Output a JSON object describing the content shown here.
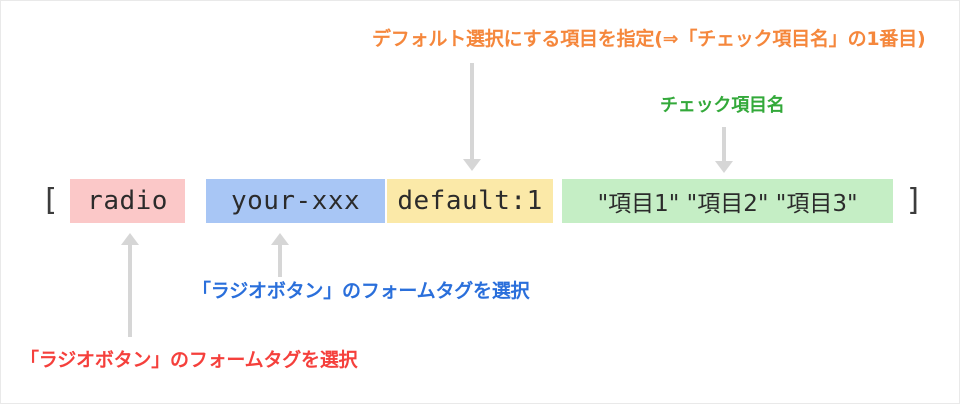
{
  "figure": {
    "title": "WordPress Contact Form 7 radio tag syntax annotation"
  },
  "annotations": [
    {
      "id": "default-note",
      "text": "デフォルト選択にする項目を指定(⇒「チェック項目名」の1番目)",
      "color": "#f5873c",
      "points_to": "default:1",
      "arrow": "down"
    },
    {
      "id": "items-note",
      "text": "チェック項目名",
      "color": "#33a93a",
      "points_to": "\"項目1\" \"項目2\" \"項目3\"",
      "arrow": "down"
    },
    {
      "id": "tag-note-blue",
      "text": "「ラジオボタン」のフォームタグを選択",
      "color": "#2a6fdb",
      "points_to": "your-xxx",
      "arrow": "up"
    },
    {
      "id": "tag-note-red",
      "text": "「ラジオボタン」のフォームタグを選択",
      "color": "#f5403c",
      "points_to": "radio",
      "arrow": "up"
    }
  ],
  "code_line": {
    "bracket_open": "[",
    "bracket_close": "]",
    "tokens": [
      {
        "name": "type",
        "value": "radio",
        "bg": "#fbc8c8"
      },
      {
        "name": "field-name",
        "value": "your-xxx",
        "bg": "#a8c6f5"
      },
      {
        "name": "default",
        "value": "default:1",
        "bg": "#fbe9a8"
      },
      {
        "name": "items",
        "value": "\"項目1\" \"項目2\" \"項目3\"",
        "bg": "#c5eec5"
      }
    ]
  },
  "colors": {
    "background": "#ffffff",
    "border": "#e9e9e9",
    "arrow_gray": "#d6d6d6",
    "orange": "#f5873c",
    "green": "#33a93a",
    "blue": "#2a6fdb",
    "red": "#f5403c"
  }
}
